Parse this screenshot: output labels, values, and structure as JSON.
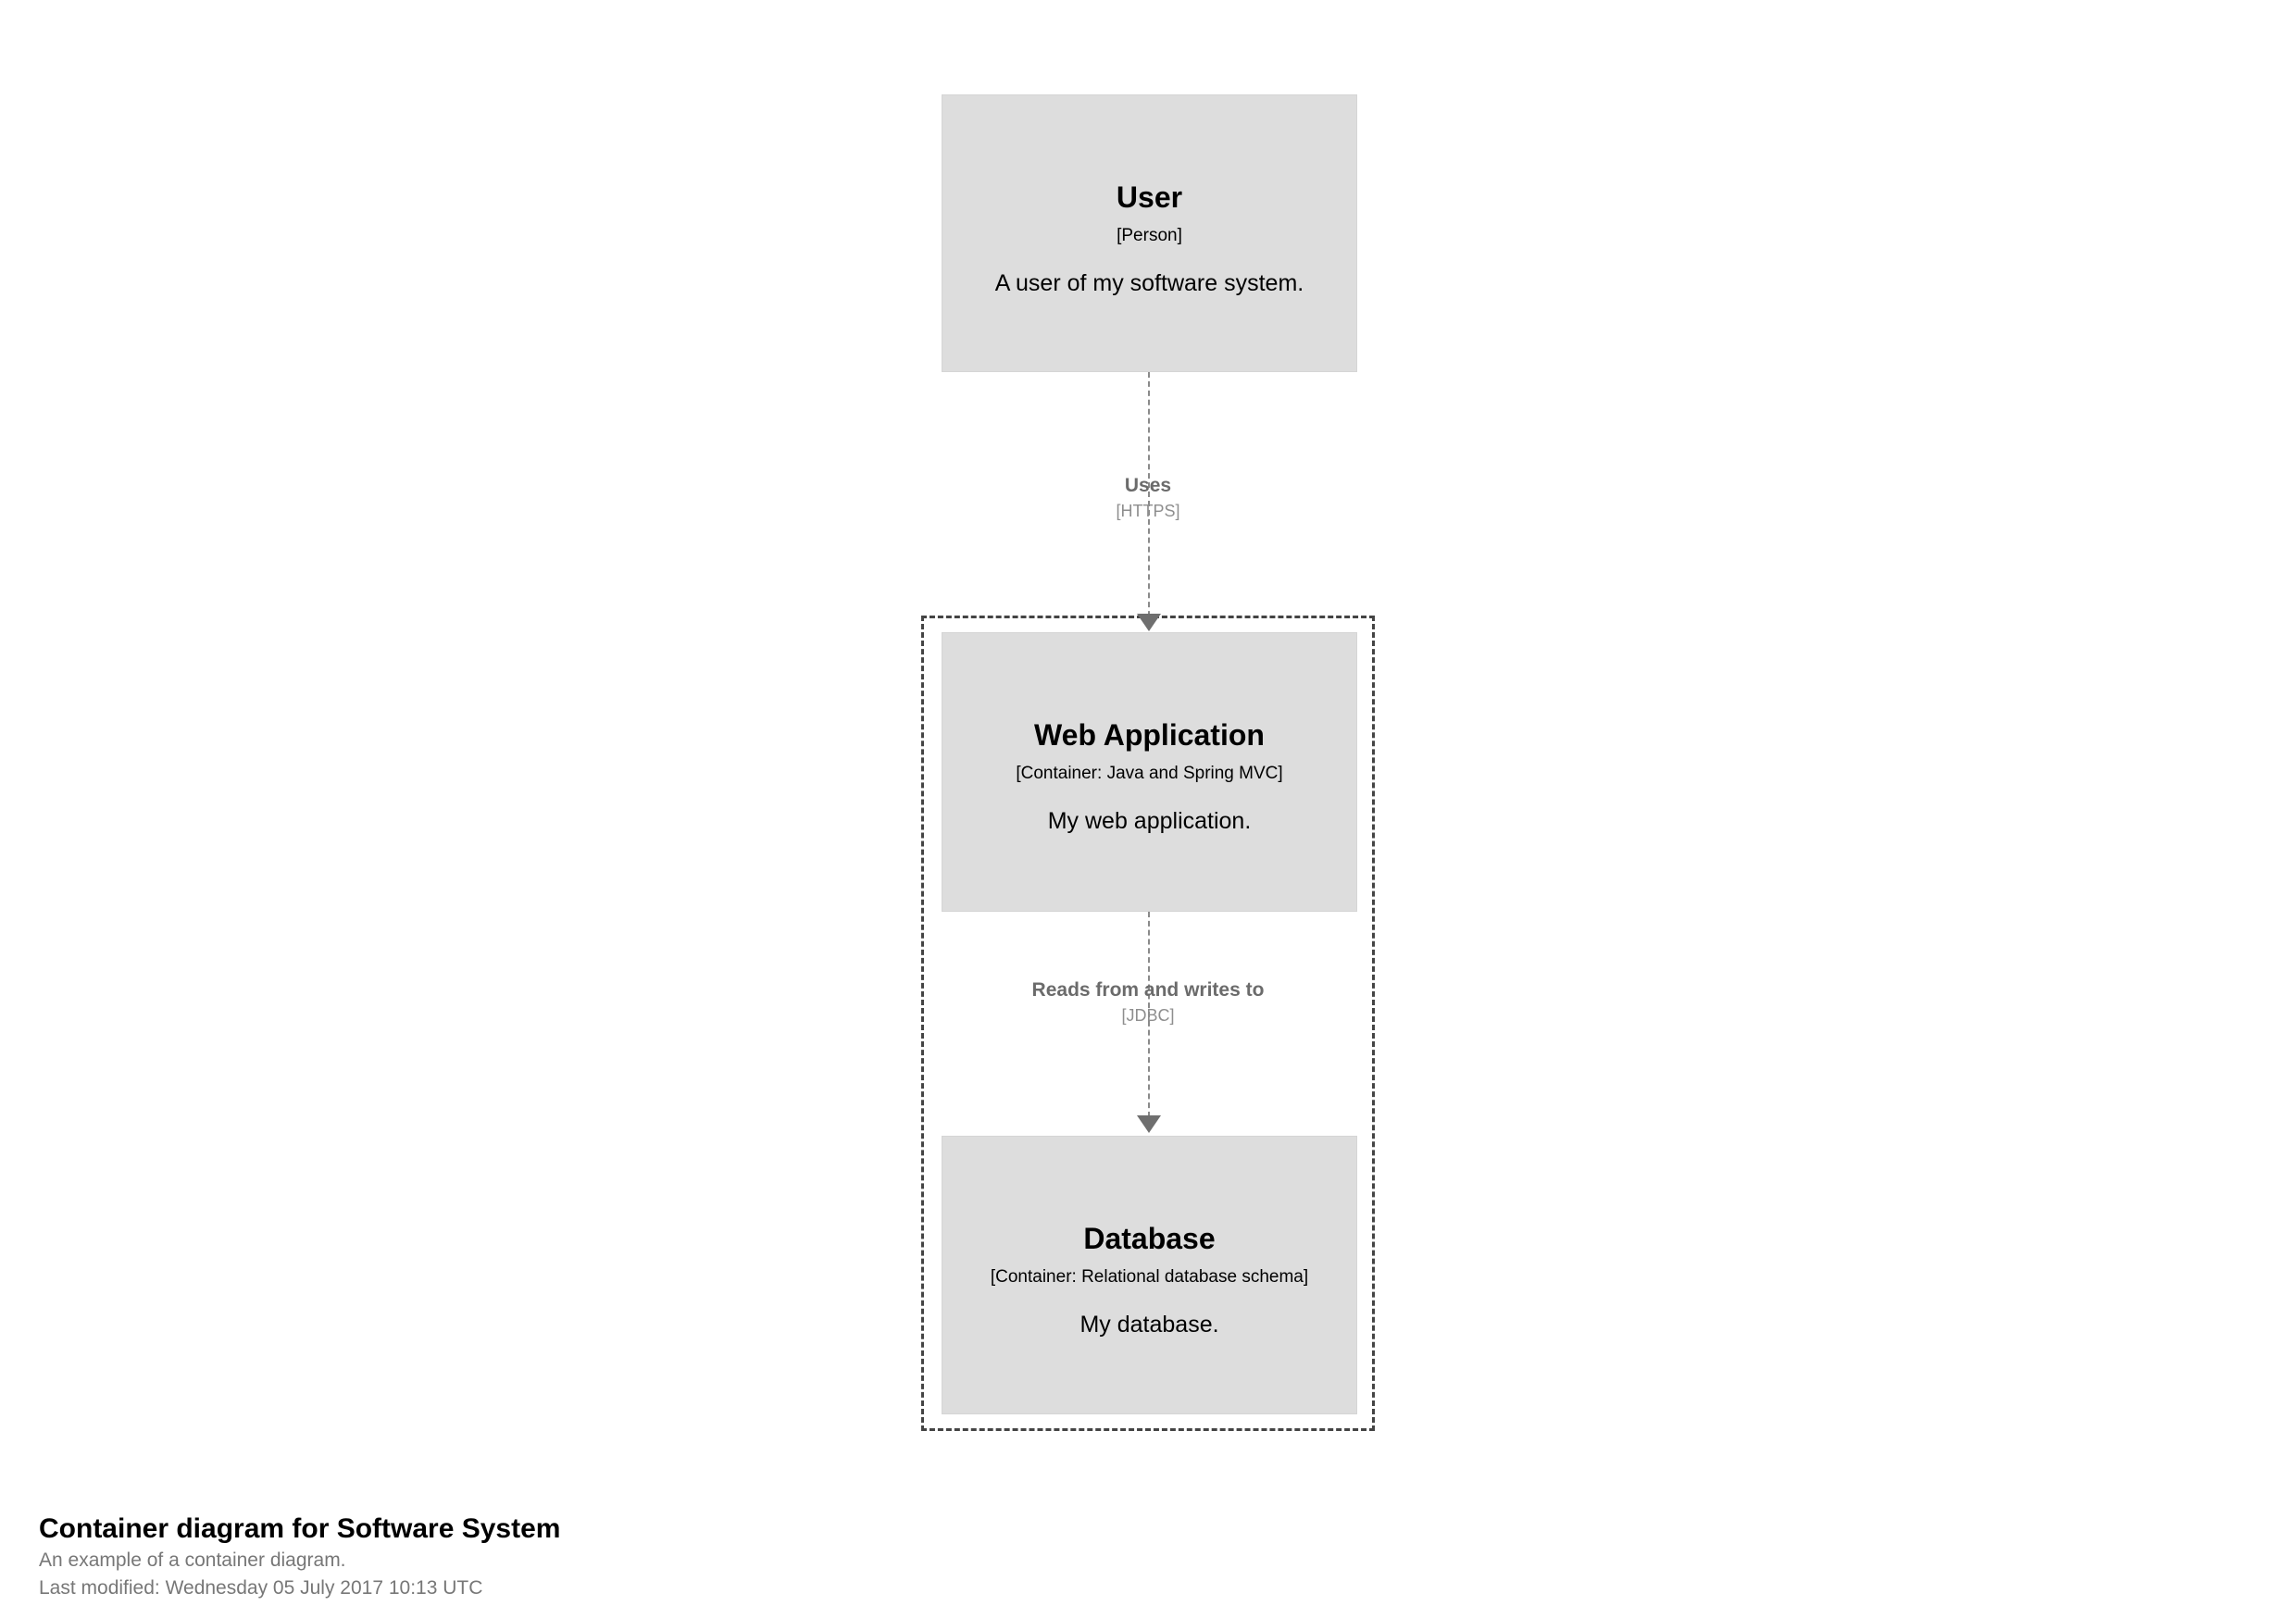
{
  "diagram": {
    "nodes": [
      {
        "id": "user",
        "name": "User",
        "meta": "[Person]",
        "description": "A user of my software system."
      },
      {
        "id": "webapp",
        "name": "Web Application",
        "meta": "[Container: Java and Spring MVC]",
        "description": "My web application."
      },
      {
        "id": "database",
        "name": "Database",
        "meta": "[Container: Relational database schema]",
        "description": "My database."
      }
    ],
    "relationships": [
      {
        "id": "rel1",
        "from": "user",
        "to": "webapp",
        "description": "Uses",
        "technology": "[HTTPS]"
      },
      {
        "id": "rel2",
        "from": "webapp",
        "to": "database",
        "description": "Reads from and writes to",
        "technology": "[JDBC]"
      }
    ],
    "boundary": {
      "style": "dashed"
    }
  },
  "caption": {
    "title": "Container diagram for Software System",
    "subtitle": "An example of a container diagram.",
    "last_modified": "Last modified: Wednesday 05 July 2017 10:13 UTC"
  },
  "colors": {
    "node_fill": "#dddddd",
    "node_border": "#d5d5d5",
    "boundary_border": "#444444",
    "relationship_line": "#8a8a8a",
    "relationship_arrow": "#6f6f6f",
    "relationship_text": "#6b6b6b",
    "relationship_tech_text": "#8e8e8e",
    "caption_title": "#000000",
    "caption_sub": "#777777",
    "background": "#ffffff"
  }
}
